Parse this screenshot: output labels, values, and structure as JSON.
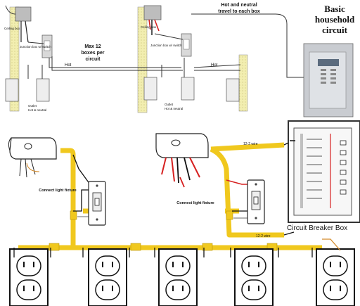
{
  "top": {
    "title_lines": [
      "Basic",
      "household",
      "circuit"
    ],
    "hot_neutral_lines": [
      "Hot and neutral",
      "travel to each box"
    ],
    "max_lines": [
      "Max 12",
      "boxes per",
      "circuit"
    ],
    "hot_label": "Hot",
    "ceiling_box": "Ceiling box",
    "switch_box": "Junction box w/ switch",
    "outlet_box": "Outlet",
    "outlet_sub": "Hot & neutral"
  },
  "bottom": {
    "breaker_box": "Circuit Breaker Box",
    "light_fixture": "Connect light fixture",
    "wire_label": "12-2 wire"
  },
  "colors": {
    "cable": "#f0c81e",
    "wire_black": "#111111",
    "wire_red": "#d62020",
    "wire_white": "#f2f2f2",
    "panel_gray": "#c9ccd1",
    "wall_tint": "#f2eeb0"
  }
}
